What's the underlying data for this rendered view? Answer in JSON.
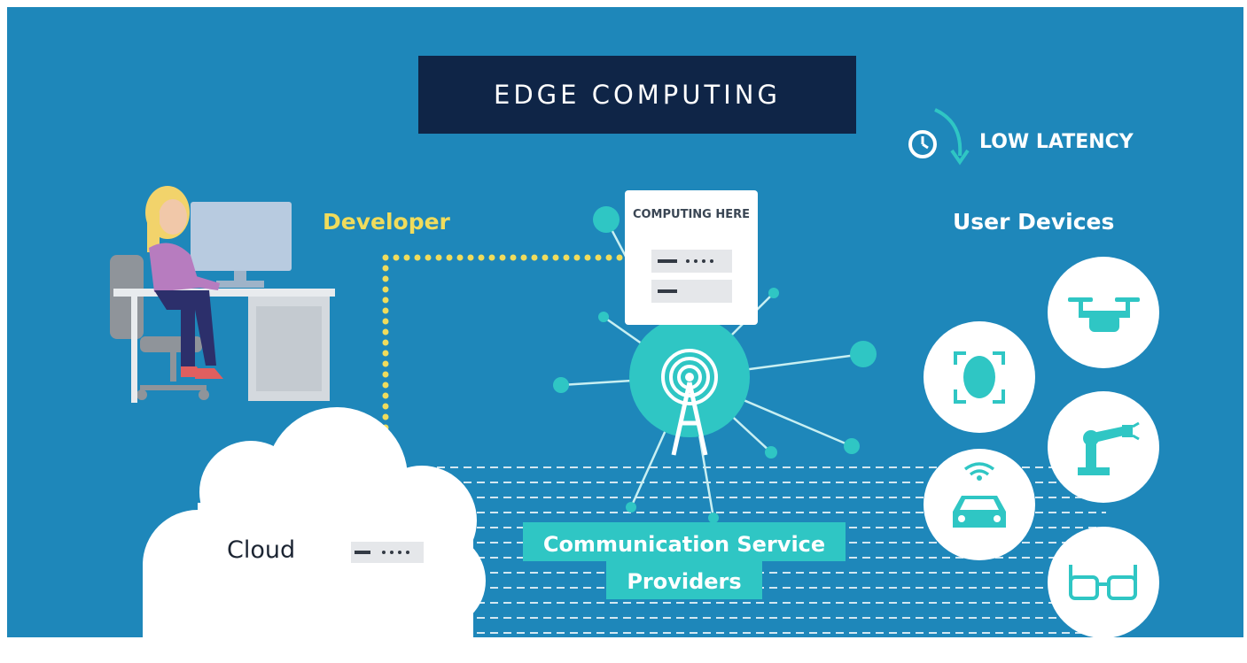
{
  "title": "EDGE COMPUTING",
  "latency": {
    "label": "LOW LATENCY",
    "icon": "clock-down-arrow-icon"
  },
  "developer": {
    "label": "Developer"
  },
  "server": {
    "label": "COMPUTING HERE"
  },
  "devices": {
    "label": "User Devices",
    "items": [
      "face-recognition-icon",
      "drone-icon",
      "robot-arm-icon",
      "connected-car-icon",
      "smart-glasses-icon"
    ]
  },
  "cloud": {
    "label": "Cloud"
  },
  "providers": {
    "label": "Communication Service Providers"
  },
  "colors": {
    "background": "#1e87ba",
    "title_box": "#0f2547",
    "teal": "#2fc6c4",
    "developer_yellow": "#f0dc5c",
    "white": "#ffffff"
  }
}
